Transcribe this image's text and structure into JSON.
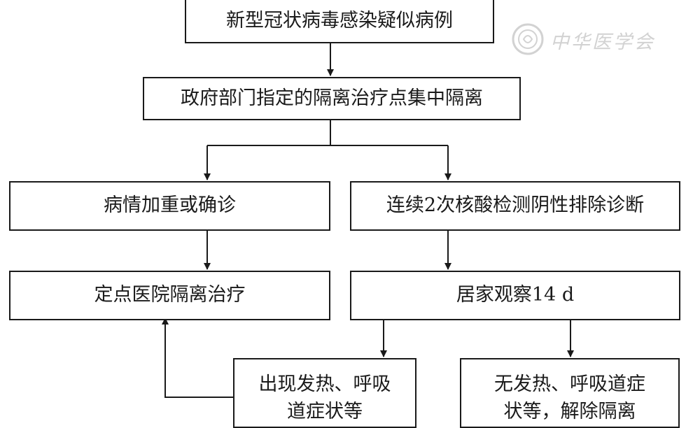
{
  "flowchart": {
    "suspected_case": "新型冠状病毒感染疑似病例",
    "centralized_isolation": "政府部门指定的隔离治疗点集中隔离",
    "worsened_or_confirmed": "病情加重或确诊",
    "two_negative_tests": "连续2次核酸检测阴性排除诊断",
    "hospital_isolation": "定点医院隔离治疗",
    "home_observation": "居家观察14 d",
    "symptoms_appear": [
      "出现发热、呼吸",
      "道症状等"
    ],
    "no_symptoms": [
      "无发热、呼吸道症",
      "状等，解除隔离"
    ]
  },
  "watermark": {
    "text": "中华医学会"
  },
  "colors": {
    "line": "#1a1a1a",
    "background": "#ffffff",
    "watermark": "#d2d2d2"
  }
}
